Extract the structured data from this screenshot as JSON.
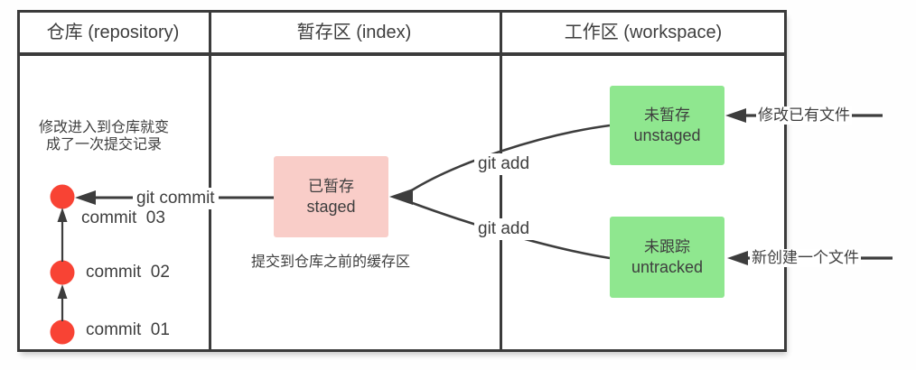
{
  "header": {
    "repository": "仓库 (repository)",
    "index": "暂存区 (index)",
    "workspace": "工作区 (workspace)"
  },
  "repository": {
    "note": "修改进入到仓库就变\n成了一次提交记录",
    "commits": [
      {
        "label": "commit  03"
      },
      {
        "label": "commit  02"
      },
      {
        "label": "commit  01"
      }
    ]
  },
  "index": {
    "staged": {
      "title_zh": "已暂存",
      "title_en": "staged"
    },
    "caption": "提交到仓库之前的缓存区"
  },
  "workspace": {
    "unstaged": {
      "title_zh": "未暂存",
      "title_en": "unstaged"
    },
    "untracked": {
      "title_zh": "未跟踪",
      "title_en": "untracked"
    }
  },
  "labels": {
    "git_commit": "git commit",
    "git_add_upper": "git add",
    "git_add_lower": "git add"
  },
  "annotations": {
    "modify_existing": "修改已有文件",
    "create_new": "新创建一个文件"
  },
  "colors": {
    "border": "#3b3b3b",
    "text": "#3e3e3e",
    "commit_dot": "#f84334",
    "staged_bg": "#f9cdc8",
    "workspace_box_bg": "#8fe78f",
    "arrow": "#3d3d3d"
  }
}
